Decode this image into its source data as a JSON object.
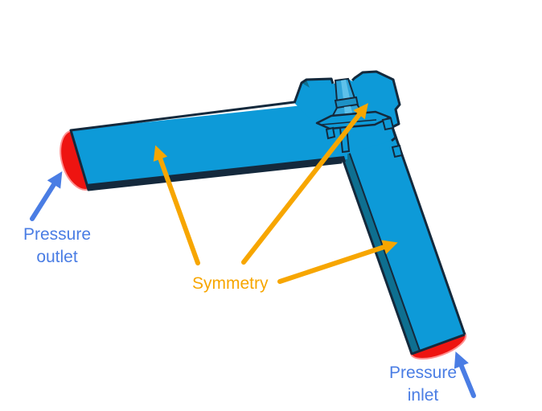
{
  "diagram": {
    "background": "#ffffff",
    "geometry": {
      "body_color": "#0d9ad8",
      "outline_color": "#14293c",
      "side_wall_color": "#0e6f90",
      "stem_color": "#2ea4d9",
      "stem_highlight_color": "#5ec1ea",
      "stem_collar_color": "#1d92c6",
      "outlet_face_color": "#ee1411",
      "inlet_face_color": "#ee1411",
      "face_edge_color": "#ff8f8f",
      "parts": {
        "outlet_pipe": "horizontal half-pipe run (symmetry cut)",
        "inlet_pipe": "inclined half-pipe run (symmetry cut)",
        "valve": "valve body with poppet and seat"
      }
    },
    "annotations": {
      "pressure_outlet": {
        "lines": [
          "Pressure",
          "outlet"
        ],
        "color": "#4a7de4",
        "arrow": "blue-arrow pointing to red outlet face"
      },
      "pressure_inlet": {
        "lines": [
          "Pressure",
          "inlet"
        ],
        "color": "#4a7de4",
        "arrow": "blue-arrow pointing to red inlet face"
      },
      "symmetry": {
        "text": "Symmetry",
        "color": "#f7a600",
        "arrow_count": 3,
        "arrows": "three orange arrows pointing to outlet pipe face, valve poppet, inlet pipe face"
      }
    }
  }
}
